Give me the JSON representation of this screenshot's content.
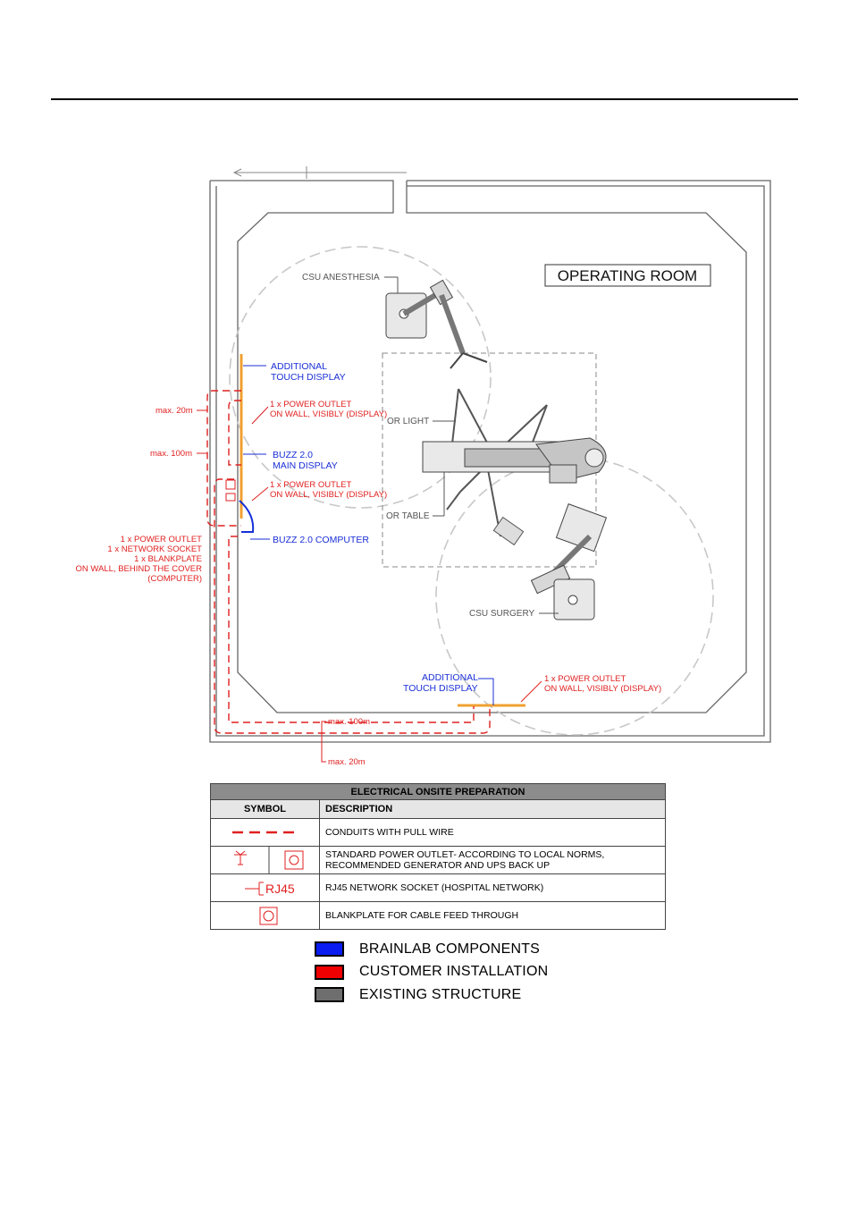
{
  "diagram": {
    "room_title": "OPERATING ROOM",
    "labels": {
      "csu_anesthesia": "CSU ANESTHESIA",
      "or_light": "OR LIGHT",
      "or_table": "OR TABLE",
      "csu_surgery": "CSU SURGERY",
      "add_touch_1": "ADDITIONAL",
      "add_touch_2": "TOUCH DISPLAY",
      "buzz_main_1": "BUZZ 2.0",
      "buzz_main_2": "MAIN DISPLAY",
      "buzz_computer": "BUZZ 2.0 COMPUTER",
      "outlet_a_1": "1 x POWER OUTLET",
      "outlet_a_2": "ON WALL, VISIBLY (DISPLAY)",
      "outlet_b_1": "1 x POWER OUTLET",
      "outlet_b_2": "ON WALL, VISIBLY (DISPLAY)",
      "outlet_c_1": "1 x POWER OUTLET",
      "outlet_c_2": "ON WALL, VISIBLY (DISPLAY)",
      "comp_1": "1 x POWER OUTLET",
      "comp_2": "1 x NETWORK SOCKET",
      "comp_3": "1 x BLANKPLATE",
      "comp_4": "ON WALL, BEHIND THE COVER",
      "comp_5": "(COMPUTER)",
      "max20_left": "max. 20m",
      "max100_left": "max. 100m",
      "max100_bottom": "max. 100m",
      "max20_bottom": "max. 20m"
    }
  },
  "table": {
    "title": "ELECTRICAL ONSITE PREPARATION",
    "col_symbol": "SYMBOL",
    "col_description": "DESCRIPTION",
    "rows": [
      {
        "description": "CONDUITS WITH PULL WIRE"
      },
      {
        "description_line1": "STANDARD POWER OUTLET- ACCORDING TO LOCAL NORMS,",
        "description_line2": "RECOMMENDED GENERATOR AND UPS BACK UP"
      },
      {
        "symbol_text": "RJ45",
        "description": "RJ45 NETWORK SOCKET (HOSPITAL NETWORK)"
      },
      {
        "description": "BLANKPLATE FOR CABLE FEED THROUGH"
      }
    ]
  },
  "legend": [
    {
      "label": "BRAINLAB COMPONENTS",
      "color": "#0a1cf0"
    },
    {
      "label": "CUSTOMER INSTALLATION",
      "color": "#f00000"
    },
    {
      "label": "EXISTING STRUCTURE",
      "color": "#6e6e6e"
    }
  ]
}
